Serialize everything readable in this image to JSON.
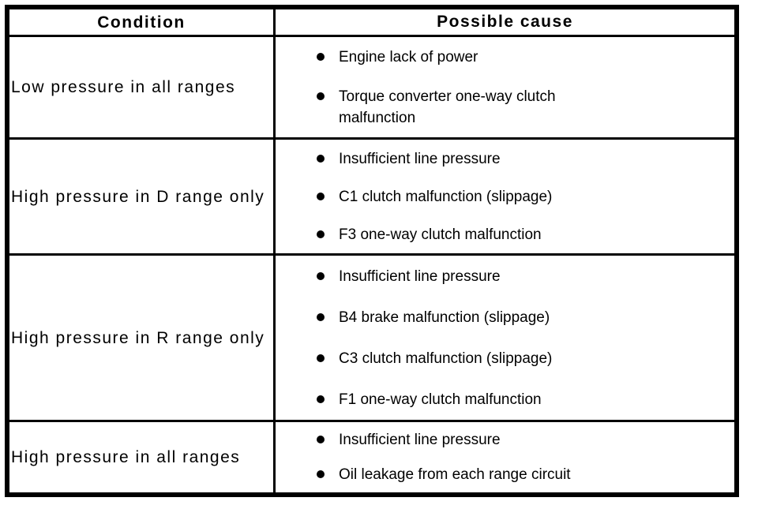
{
  "table": {
    "headers": {
      "condition": "Condition",
      "cause": "Possible cause"
    },
    "rows": [
      {
        "condition": "Low pressure in all ranges",
        "causes": [
          "Engine lack of power",
          "Torque converter one-way clutch malfunction"
        ]
      },
      {
        "condition": "High pressure in D range only",
        "causes": [
          "Insufficient line pressure",
          "C1 clutch malfunction (slippage)",
          "F3 one-way clutch malfunction"
        ]
      },
      {
        "condition": "High pressure in R range only",
        "causes": [
          "Insufficient line pressure",
          "B4 brake malfunction (slippage)",
          "C3 clutch malfunction (slippage)",
          "F1 one-way clutch malfunction"
        ]
      },
      {
        "condition": "High pressure in all ranges",
        "causes": [
          "Insufficient line pressure",
          "Oil leakage from each range circuit"
        ]
      }
    ],
    "colors": {
      "border": "#000000",
      "background": "#ffffff",
      "text": "#000000"
    }
  }
}
